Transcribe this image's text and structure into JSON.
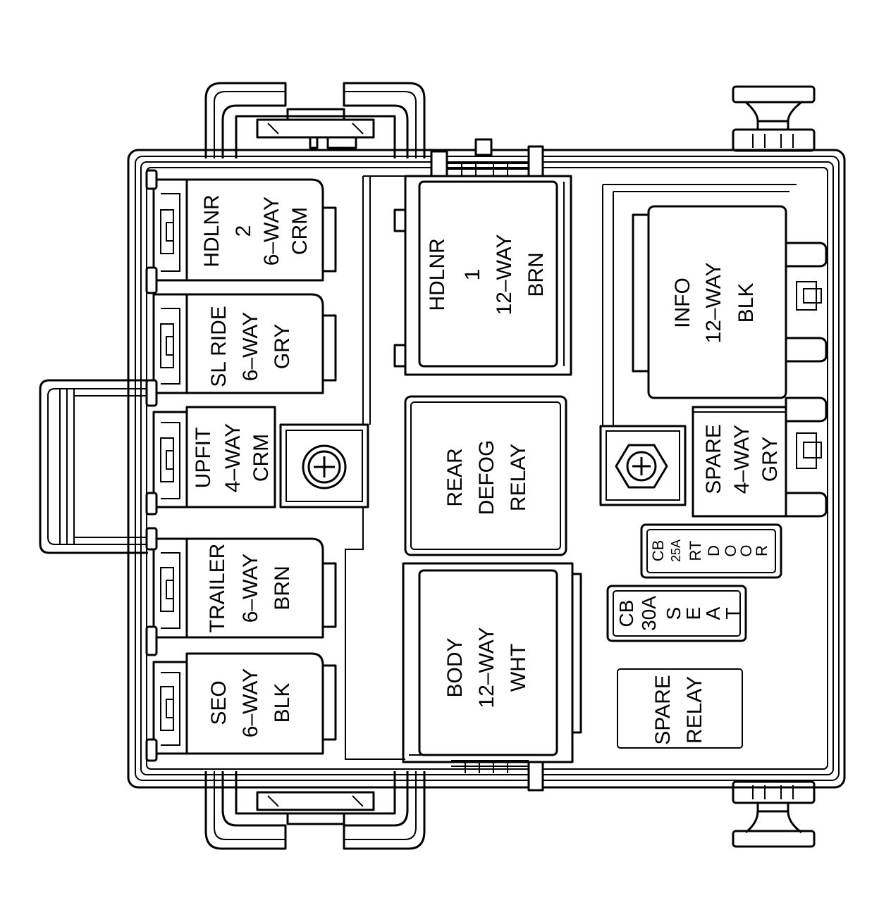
{
  "labels": {
    "hdlnr2": [
      "HDLNR",
      "2",
      "6–WAY",
      "CRM"
    ],
    "sl_ride": [
      "SL RIDE",
      "6–WAY",
      "GRY"
    ],
    "upfit": [
      "UPFIT",
      "4–WAY",
      "CRM"
    ],
    "trailer": [
      "TRAILER",
      "6–WAY",
      "BRN"
    ],
    "seo": [
      "SEO",
      "6–WAY",
      "BLK"
    ],
    "hdlnr1": [
      "HDLNR",
      "1",
      "12–WAY",
      "BRN"
    ],
    "rear_defog": [
      "REAR",
      "DEFOG",
      "RELAY"
    ],
    "body": [
      "BODY",
      "12–WAY",
      "WHT"
    ],
    "info": [
      "INFO",
      "12–WAY",
      "BLK"
    ],
    "spare_conn": [
      "SPARE",
      "4–WAY",
      "GRY"
    ],
    "cb_door": [
      "CB",
      "25A",
      "RT",
      "D",
      "O",
      "O",
      "R"
    ],
    "cb_seat": [
      "CB",
      "30A",
      "S",
      "E",
      "A",
      "T"
    ],
    "spare_relay": [
      "SPARE",
      "RELAY"
    ]
  },
  "colors": {
    "line": "#000000",
    "background": "#ffffff"
  }
}
